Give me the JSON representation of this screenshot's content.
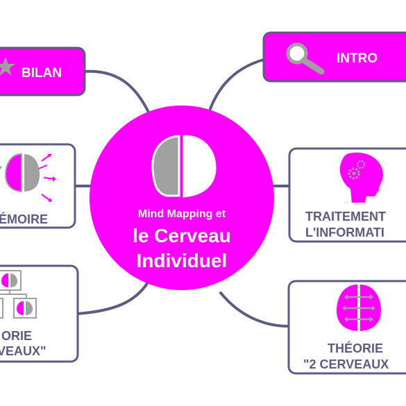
{
  "colors": {
    "accent": "#ff00ff",
    "border": "#5c5c82",
    "grey": "#a0a0a0",
    "white": "#ffffff"
  },
  "center": {
    "line1": "Mind Mapping et",
    "line2": "le Cerveau",
    "line3": "Individuel",
    "icon": "brain-half-icon"
  },
  "nodes": {
    "bilan": {
      "label": "BILAN",
      "icon": "star-icon"
    },
    "intro": {
      "label": "INTRO",
      "icon": "magnifier-icon"
    },
    "memoire": {
      "label": "ÉMOIRE",
      "icon": "brain-arrows-icon"
    },
    "traitement": {
      "line1": "TRAITEMENT",
      "line2": "L'INFORMATI",
      "icon": "head-gears-icon"
    },
    "theorie_left": {
      "line1": "ORIE",
      "line2": "VEAUX\"",
      "icon": "brain-tree-icon"
    },
    "theorie_right": {
      "line1": "THÉORIE",
      "line2": "\"2 CERVEAUX",
      "icon": "brain-arrows-icon"
    }
  }
}
